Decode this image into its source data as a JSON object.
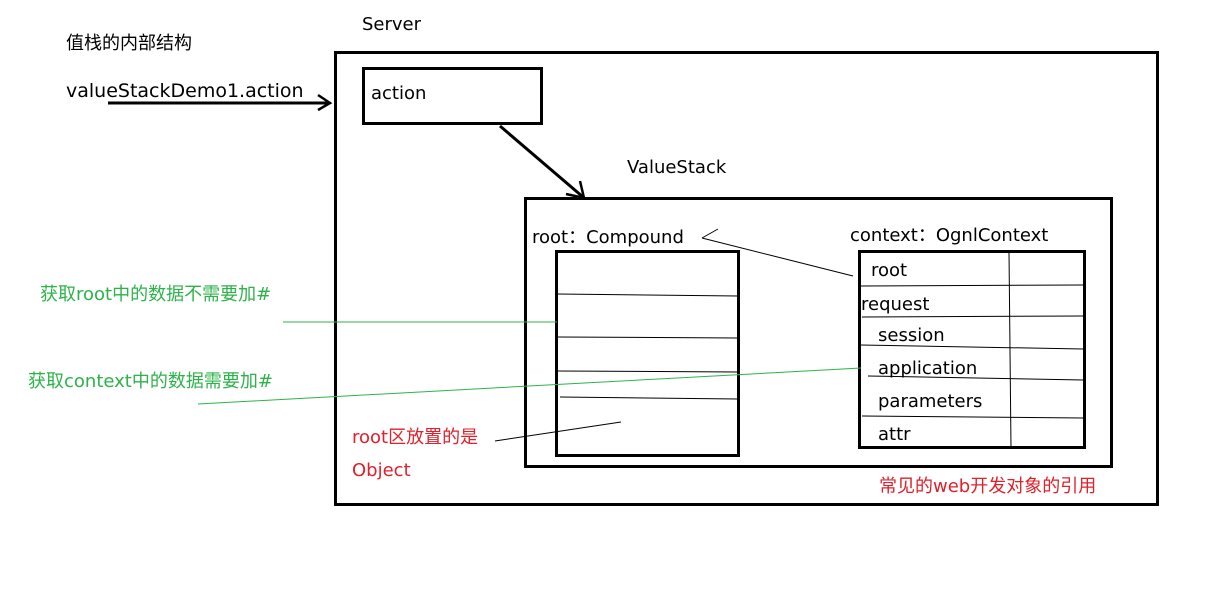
{
  "title": "值栈的内部结构",
  "request_label": "valueStackDemo1.action",
  "server_label": "Server",
  "action_label": "action",
  "valuestack_label": "ValueStack",
  "root_header": "root：Compound",
  "context_header": "context：OgnlContext",
  "context_entries": [
    "root",
    "request",
    "session",
    "application",
    "parameters",
    "attr"
  ],
  "note_root": "获取root中的数据不需要加#",
  "note_context": "获取context中的数据需要加#",
  "note_object_line1": "root区放置的是",
  "note_object_line2": "Object",
  "note_web_refs": "常见的web开发对象的引用",
  "colors": {
    "green": "#2db34a",
    "red": "#e0202a",
    "black": "#000000"
  }
}
